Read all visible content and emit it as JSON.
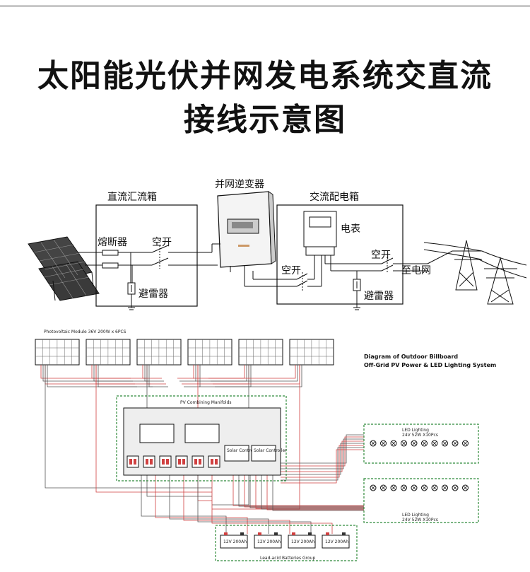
{
  "title": {
    "line1": "太阳能光伏并网发电系统交直流",
    "line2": "接线示意图"
  },
  "top_diagram": {
    "dc_box": "直流汇流箱",
    "inverter": "并网逆变器",
    "ac_box": "交流配电箱",
    "fuse": "熔断器",
    "breaker": "空开",
    "arrester": "避雷器",
    "meter": "电表",
    "to_grid": "至电网"
  },
  "bottom_diagram": {
    "pv_module_label": "Photovoltaic Module  36V 200W x 6PCS",
    "system_title_1": "Diagram of Outdoor Billboard",
    "system_title_2": "Off-Grid PV Power & LED Lighting System",
    "combiner": "PV Combining Manifolds",
    "controller_1": "Solar Controller",
    "controller_2": "Solar Controller",
    "led_top_1": "LED Lighting",
    "led_top_2": "24V 52W X10Pcs",
    "led_bot_1": "LED Lighting",
    "led_bot_2": "24V 52W X10Pcs",
    "batteries": [
      "12V 200Ah",
      "12V 200Ah",
      "12V 200Ah",
      "12V 200Ah"
    ],
    "battery_group": "Lead-acid Batteries Group"
  },
  "colors": {
    "line": "#111111",
    "red_wire": "#d04040",
    "green_dash": "#2f8a3a"
  }
}
